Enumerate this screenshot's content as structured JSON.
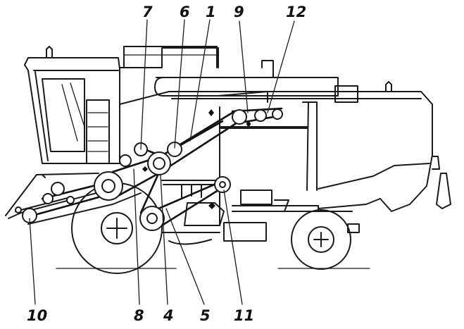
{
  "labels": {
    "l1": "1",
    "l4": "4",
    "l5": "5",
    "l6": "6",
    "l7": "7",
    "l8": "8",
    "l9": "9",
    "l10": "10",
    "l11": "11",
    "l12": "12"
  },
  "colors": {
    "line": "#1a1a1a",
    "background": "#ffffff"
  }
}
